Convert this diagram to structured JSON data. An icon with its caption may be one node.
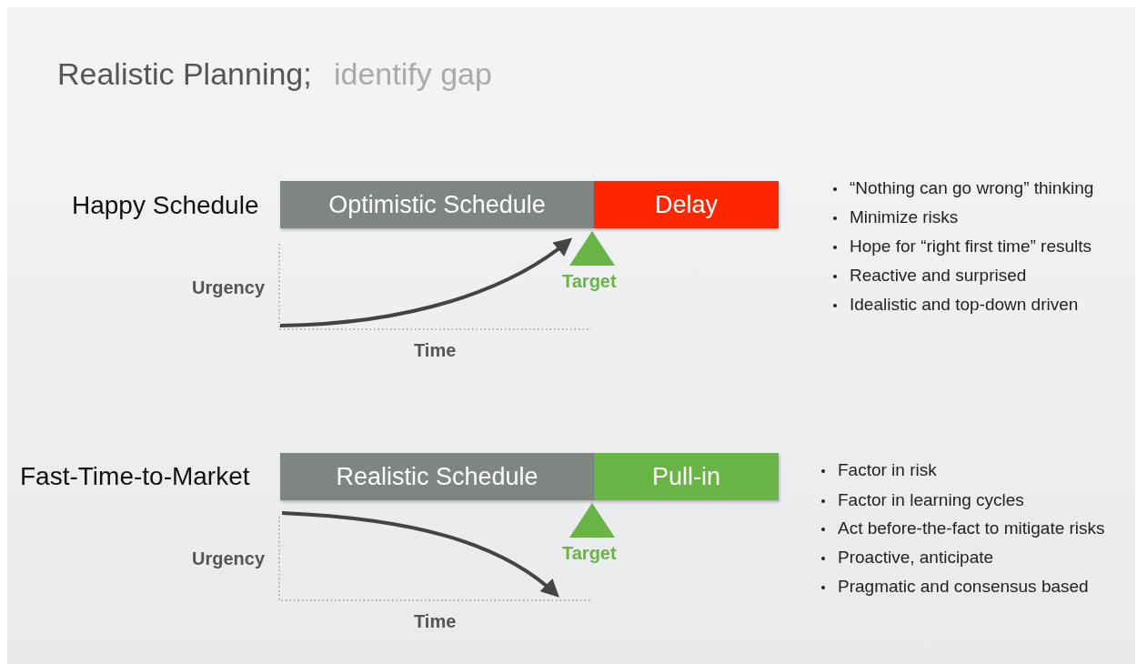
{
  "diagram": {
    "title": "Realistic Planning;",
    "nodes": [
      {
        "text": [
          "Optimistic Schedule"
        ]
      },
      {
        "text": [
          "Delay"
        ]
      },
      {
        "text": [
          "Target"
        ]
      },
      {
        "text": [
          "Realistic Schedule"
        ]
      },
      {
        "text": [
          "Pull-in"
        ]
      },
      {
        "text": [
          "Target"
        ]
      }
    ],
    "edges": [
      {
        "from": null,
        "to": 2,
        "arrow": "to"
      }
    ],
    "labels": [
      "identify gap",
      "Happy Schedule",
      "“Nothing can go wrong” thinking",
      "Minimize risks",
      "Hope for “right first time” results",
      "Reactive and surprised",
      "Idealistic and top-down driven",
      "Urgency",
      "Time",
      "Fast-Time-to-Market",
      "Factor in risk",
      "Factor in learning cycles",
      "Act before-the-fact to mitigate risks",
      "Proactive, anticipate",
      "Pragmatic and consensus based",
      "Urgency",
      "Time"
    ]
  }
}
